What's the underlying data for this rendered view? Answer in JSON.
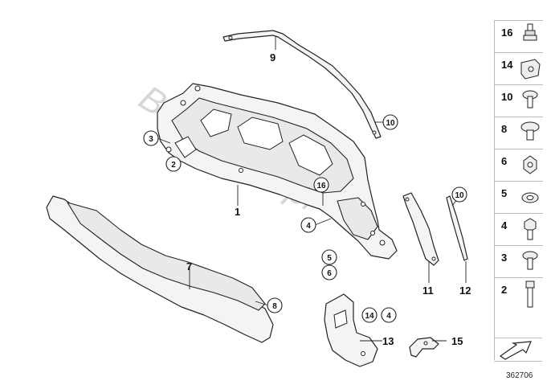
{
  "watermark": "BMWstore.pl",
  "reference_number": "362706",
  "callouts": {
    "c1": "1",
    "c2": "2",
    "c3": "3",
    "c4": "4",
    "c5": "5",
    "c6": "6",
    "c7": "7",
    "c8": "8",
    "c9": "9",
    "c10a": "10",
    "c10b": "10",
    "c11": "11",
    "c12": "12",
    "c13": "13",
    "c14": "14",
    "c4b": "4",
    "c15": "15",
    "c16": "16"
  },
  "legend": [
    {
      "number": "16",
      "icon": "stud-icon"
    },
    {
      "number": "14",
      "icon": "clip-nut-icon"
    },
    {
      "number": "10",
      "icon": "collar-screw-icon"
    },
    {
      "number": "8",
      "icon": "expanding-rivet-icon"
    },
    {
      "number": "6",
      "icon": "hex-nut-icon"
    },
    {
      "number": "5",
      "icon": "washer-icon"
    },
    {
      "number": "4",
      "icon": "hex-bolt-icon"
    },
    {
      "number": "3",
      "icon": "torx-screw-icon"
    },
    {
      "number": "2",
      "icon": "long-bolt-icon"
    }
  ]
}
